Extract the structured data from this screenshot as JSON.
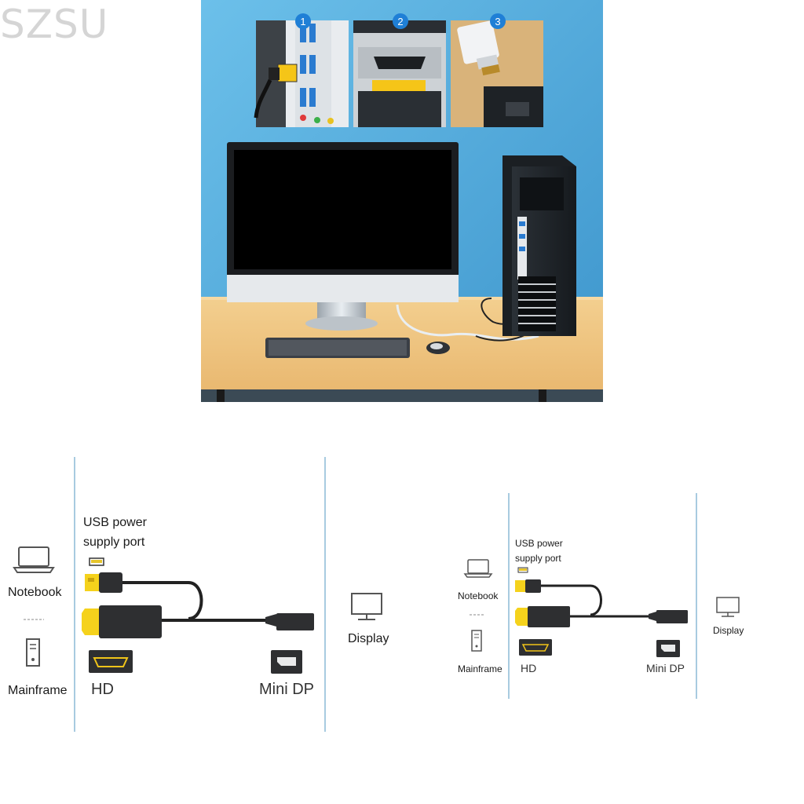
{
  "watermark": "SZSU",
  "photo": {
    "steps": [
      "1",
      "2",
      "3"
    ]
  },
  "diagram_large": {
    "usb_power_label_line1": "USB power",
    "usb_power_label_line2": "supply port",
    "notebook_label": "Notebook",
    "mainframe_label": "Mainframe",
    "hd_label": "HD",
    "mini_dp_label": "Mini DP",
    "display_label": "Display"
  },
  "diagram_small": {
    "usb_power_label_line1": "USB power",
    "usb_power_label_line2": "supply port",
    "notebook_label": "Notebook",
    "mainframe_label": "Mainframe",
    "hd_label": "HD",
    "mini_dp_label": "Mini DP",
    "display_label": "Display"
  },
  "colors": {
    "wall": "#5aaede",
    "desk": "#eec581",
    "connector_yellow": "#f5d21c",
    "divider": "#a8cbe0",
    "cable": "#222222"
  },
  "icons": [
    "laptop-icon",
    "tower-pc-icon",
    "monitor-icon",
    "hdmi-port-icon",
    "mini-dp-port-icon",
    "usb-connector-icon"
  ]
}
